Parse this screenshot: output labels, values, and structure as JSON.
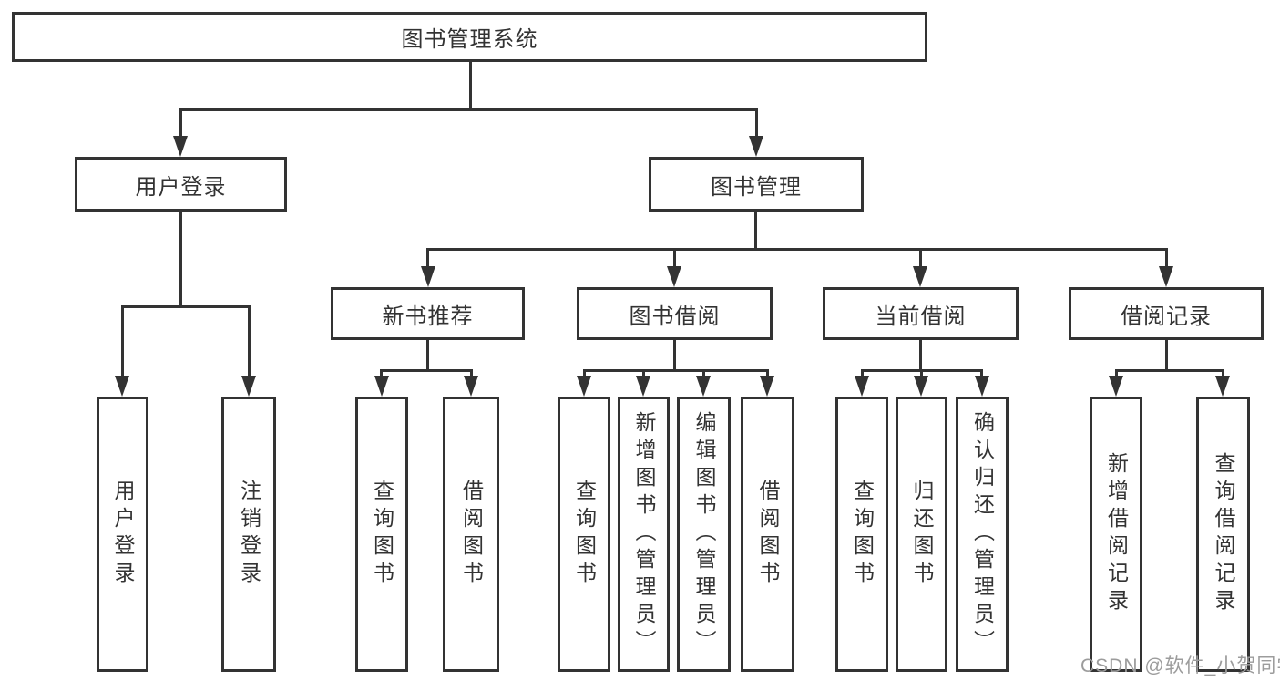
{
  "tree": {
    "root": "图书管理系统",
    "children": [
      {
        "label": "用户登录",
        "children": [
          "用户登录",
          "注销登录"
        ]
      },
      {
        "label": "图书管理",
        "children": [
          {
            "label": "新书推荐",
            "children": [
              "查询图书",
              "借阅图书"
            ]
          },
          {
            "label": "图书借阅",
            "children": [
              "查询图书",
              "新增图书（管理员）",
              "编辑图书（管理员）",
              "借阅图书"
            ]
          },
          {
            "label": "当前借阅",
            "children": [
              "查询图书",
              "归还图书",
              "确认归还（管理员）"
            ]
          },
          {
            "label": "借阅记录",
            "children": [
              "新增借阅记录",
              "查询借阅记录"
            ]
          }
        ]
      }
    ]
  },
  "watermark": {
    "text": "CSDN @软件_小贺同学"
  },
  "colors": {
    "line": "#333333",
    "text": "#333333",
    "watermark": "#9c9c9c",
    "background": "#ffffff"
  }
}
